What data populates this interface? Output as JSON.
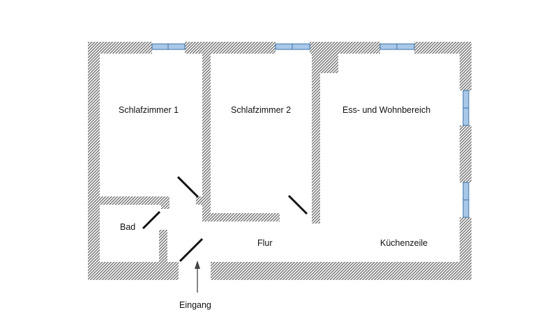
{
  "plan": {
    "rooms": {
      "schlafzimmer1": "Schlafzimmer 1",
      "schlafzimmer2": "Schlafzimmer 2",
      "wohnbereich": "Ess- und Wohnbereich",
      "bad": "Bad",
      "flur": "Flur",
      "kueche": "Küchenzeile"
    },
    "entrance_label": "Eingang"
  },
  "colors": {
    "wall_hatch_light": "#ffffff",
    "wall_hatch_dark": "#7a7a7a",
    "window_fill": "#a9c8e8",
    "window_stroke": "#3a6fa8",
    "door": "#111111",
    "text": "#111111"
  },
  "icons": {
    "entrance_marker": "up-arrow-icon"
  }
}
